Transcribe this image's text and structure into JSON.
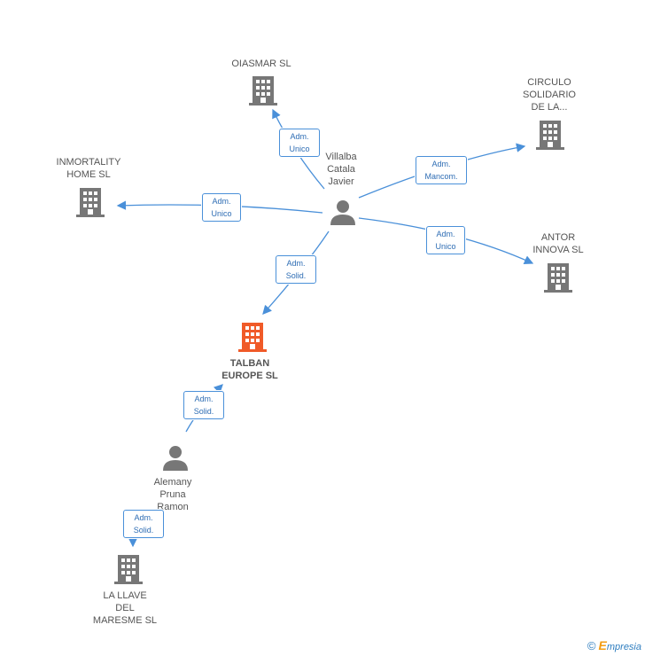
{
  "nodes": {
    "oiasmar": {
      "label": "OIASMAR SL"
    },
    "circulo": {
      "label": "CIRCULO\nSOLIDARIO\nDE LA..."
    },
    "inmortality": {
      "label": "INMORTALITY\nHOME SL"
    },
    "villalba": {
      "label": "Villalba\nCatala\nJavier"
    },
    "antor": {
      "label": "ANTOR\nINNOVA SL"
    },
    "talban": {
      "label": "TALBAN\nEUROPE SL"
    },
    "alemany": {
      "label": "Alemany\nPruna\nRamon"
    },
    "lallave": {
      "label": "LA LLAVE\nDEL\nMARESME SL"
    }
  },
  "relations": {
    "r_oiasmar": "Adm.\nUnico",
    "r_circulo": "Adm.\nMancom.",
    "r_inmortality": "Adm.\nUnico",
    "r_antor": "Adm.\nUnico",
    "r_talban_v": "Adm.\nSolid.",
    "r_talban_a": "Adm.\nSolid.",
    "r_lallave": "Adm.\nSolid."
  },
  "colors": {
    "edge": "#4a90d9",
    "company": "#777777",
    "company_main": "#f05a28",
    "person": "#777777"
  },
  "footer": {
    "copyright": "©",
    "brand_initial": "E",
    "brand_rest": "mpresia"
  }
}
